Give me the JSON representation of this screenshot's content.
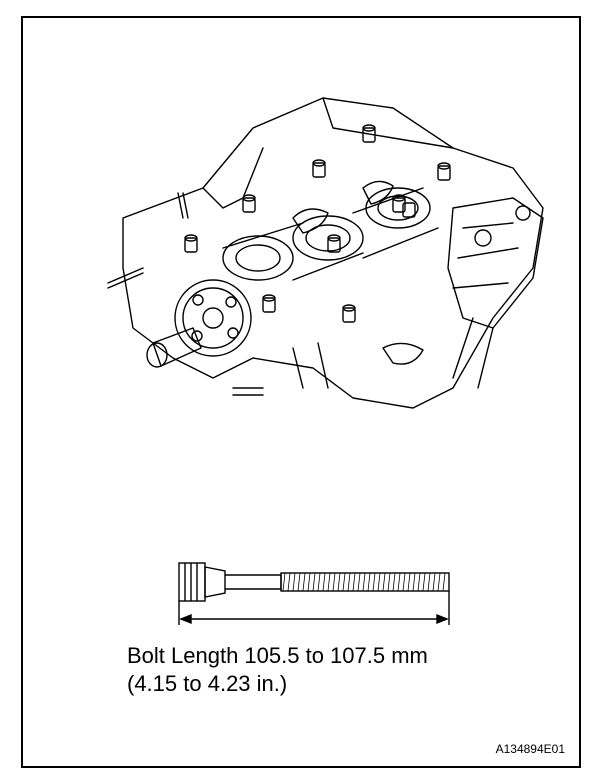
{
  "caption": {
    "line1": "Bolt Length 105.5 to 107.5 mm",
    "line2": "(4.15 to 4.23 in.)"
  },
  "figure_id": "A134894E01"
}
